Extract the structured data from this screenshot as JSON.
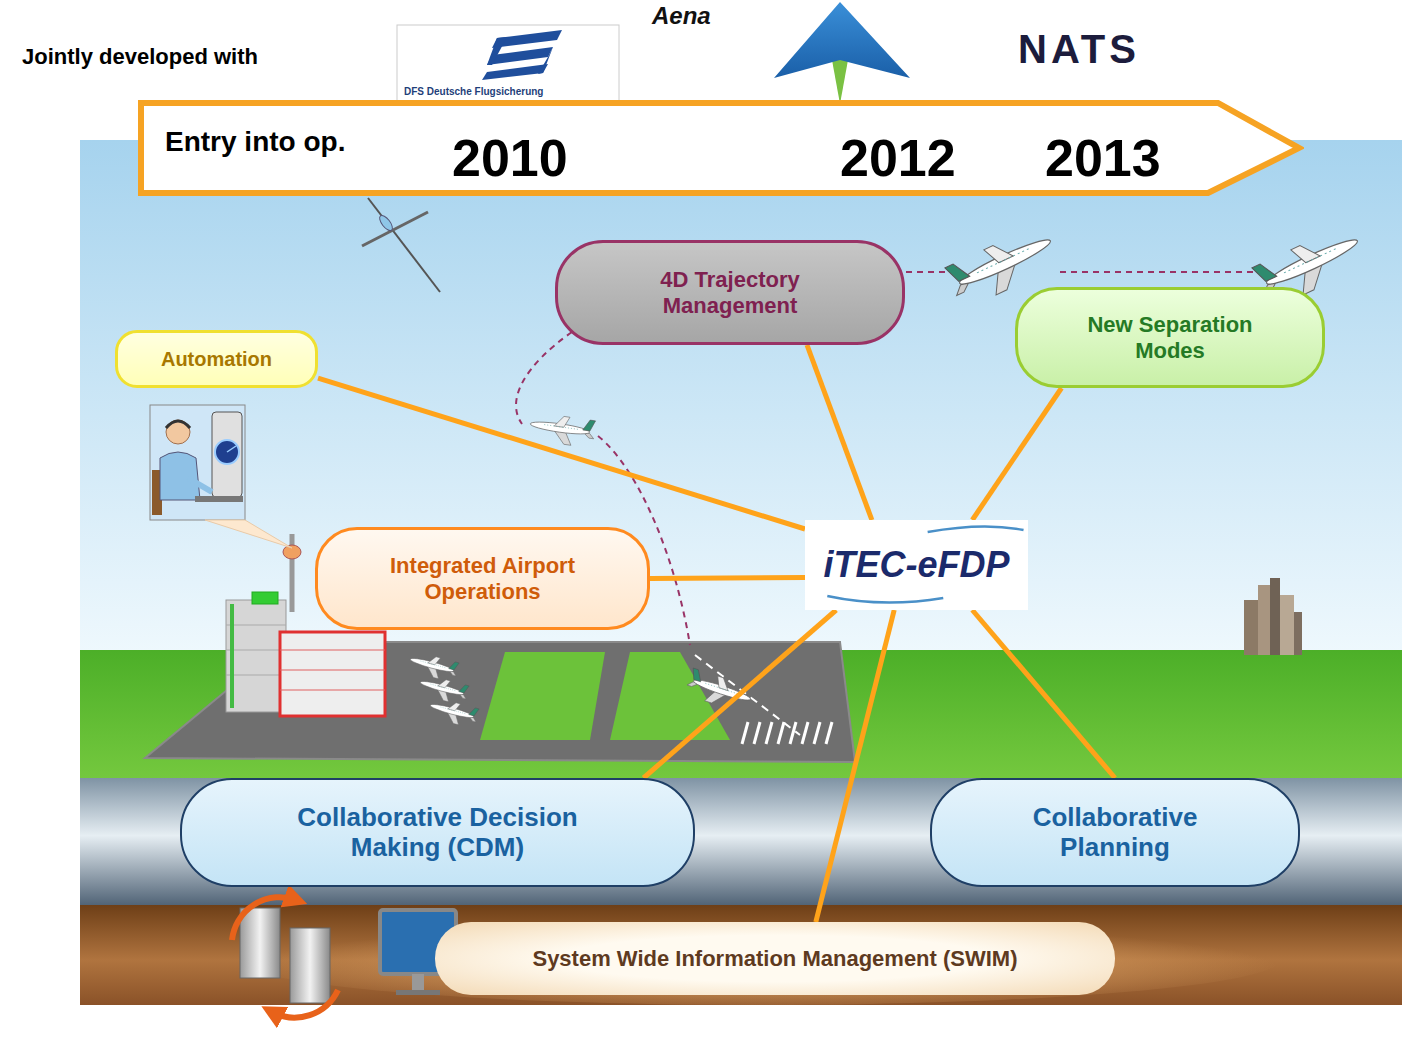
{
  "diagram": {
    "nodes": [
      {
        "text": [
          "Entry into op.",
          "2010",
          "2012",
          "2013"
        ]
      },
      {
        "text": [
          "4D Trajectory Management"
        ]
      },
      {
        "text": [
          "Automation"
        ]
      },
      {
        "text": [
          "New Separation Modes"
        ]
      },
      {
        "text": [
          "Integrated Airport Operations"
        ]
      },
      {
        "text": [
          "iTEC-eFDP"
        ]
      },
      {
        "text": [
          "Collaborative Decision Making (CDM)"
        ]
      },
      {
        "text": [
          "Collaborative Planning"
        ]
      },
      {
        "text": [
          "System Wide Information Management (SWIM)"
        ]
      }
    ],
    "edges": [
      {
        "from": 5,
        "to": 1,
        "arrow": "none"
      },
      {
        "from": 5,
        "to": 2,
        "arrow": "none"
      },
      {
        "from": 5,
        "to": 3,
        "arrow": "none"
      },
      {
        "from": 5,
        "to": 4,
        "arrow": "none"
      },
      {
        "from": 5,
        "to": 6,
        "arrow": "none"
      },
      {
        "from": 5,
        "to": 7,
        "arrow": "none"
      },
      {
        "from": 5,
        "to": 8,
        "arrow": "none"
      }
    ],
    "labels": [
      "Jointly developed with",
      "DFS Deutsche Flugsicherung",
      "Aena",
      "NATS"
    ]
  }
}
